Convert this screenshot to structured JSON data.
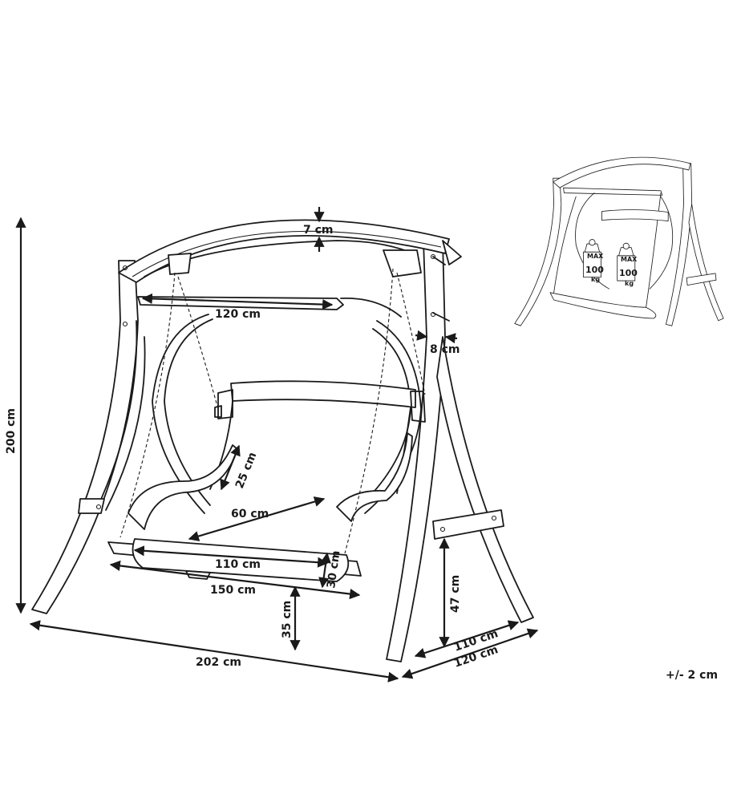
{
  "dimensions": {
    "arch_thickness": "7 cm",
    "top_beam_width": "120 cm",
    "post_thickness": "8 cm",
    "total_height": "200 cm",
    "armrest_height": "25 cm",
    "seat_depth": "60 cm",
    "seat_width": "110 cm",
    "seat_cushion_height": "30 cm",
    "total_seat_width": "150 cm",
    "seat_height": "35 cm",
    "base_beam_height": "47 cm",
    "total_length": "202 cm",
    "base_depth": "110 cm",
    "total_depth": "120 cm"
  },
  "tolerance": "+/- 2 cm",
  "thumbnail": {
    "weight_left": {
      "max": "MAX",
      "value": "100",
      "unit": "kg"
    },
    "weight_right": {
      "max": "MAX",
      "value": "100",
      "unit": "kg"
    }
  }
}
